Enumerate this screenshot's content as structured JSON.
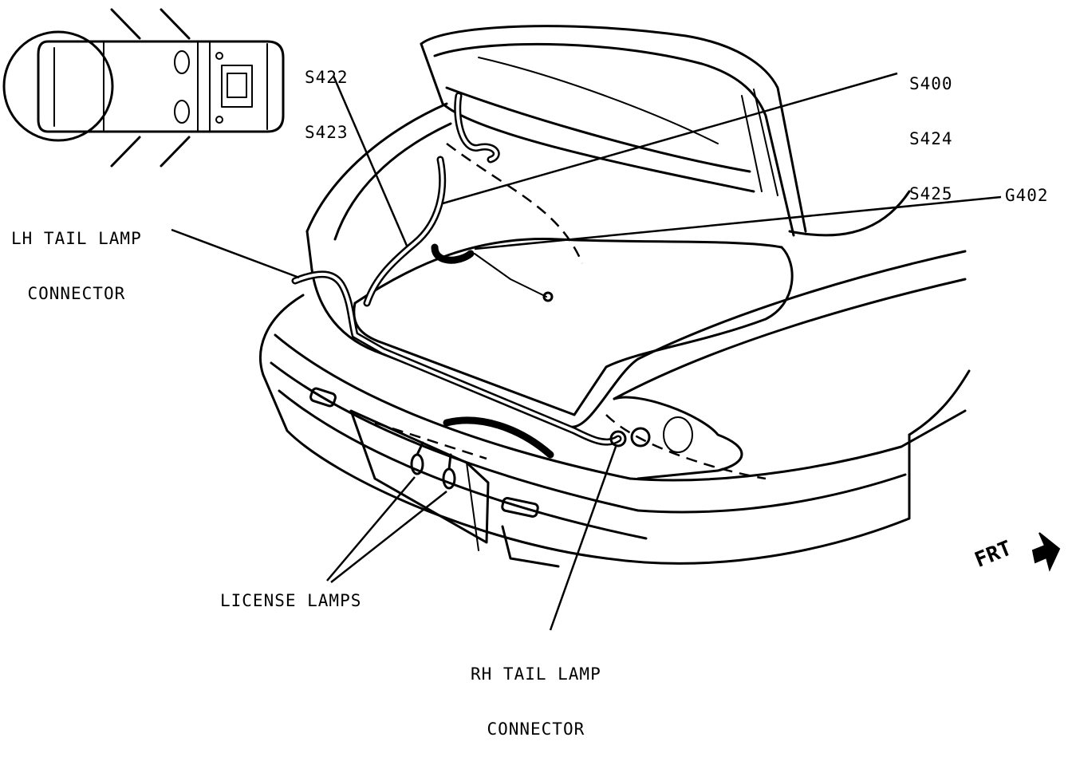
{
  "labels": {
    "s422": "S422",
    "s423": "S423",
    "s400": "S400",
    "s424": "S424",
    "s425": "S425",
    "g402": "G402",
    "lh_tail_lamp_line1": "LH TAIL LAMP",
    "lh_tail_lamp_line2": "CONNECTOR",
    "license_lamps": "LICENSE LAMPS",
    "rh_tail_lamp_line1": "RH TAIL LAMP",
    "rh_tail_lamp_line2": "CONNECTOR",
    "frt": "FRT"
  },
  "icons": {
    "locator": "vehicle-top-view-icon",
    "direction": "front-arrow-icon"
  }
}
